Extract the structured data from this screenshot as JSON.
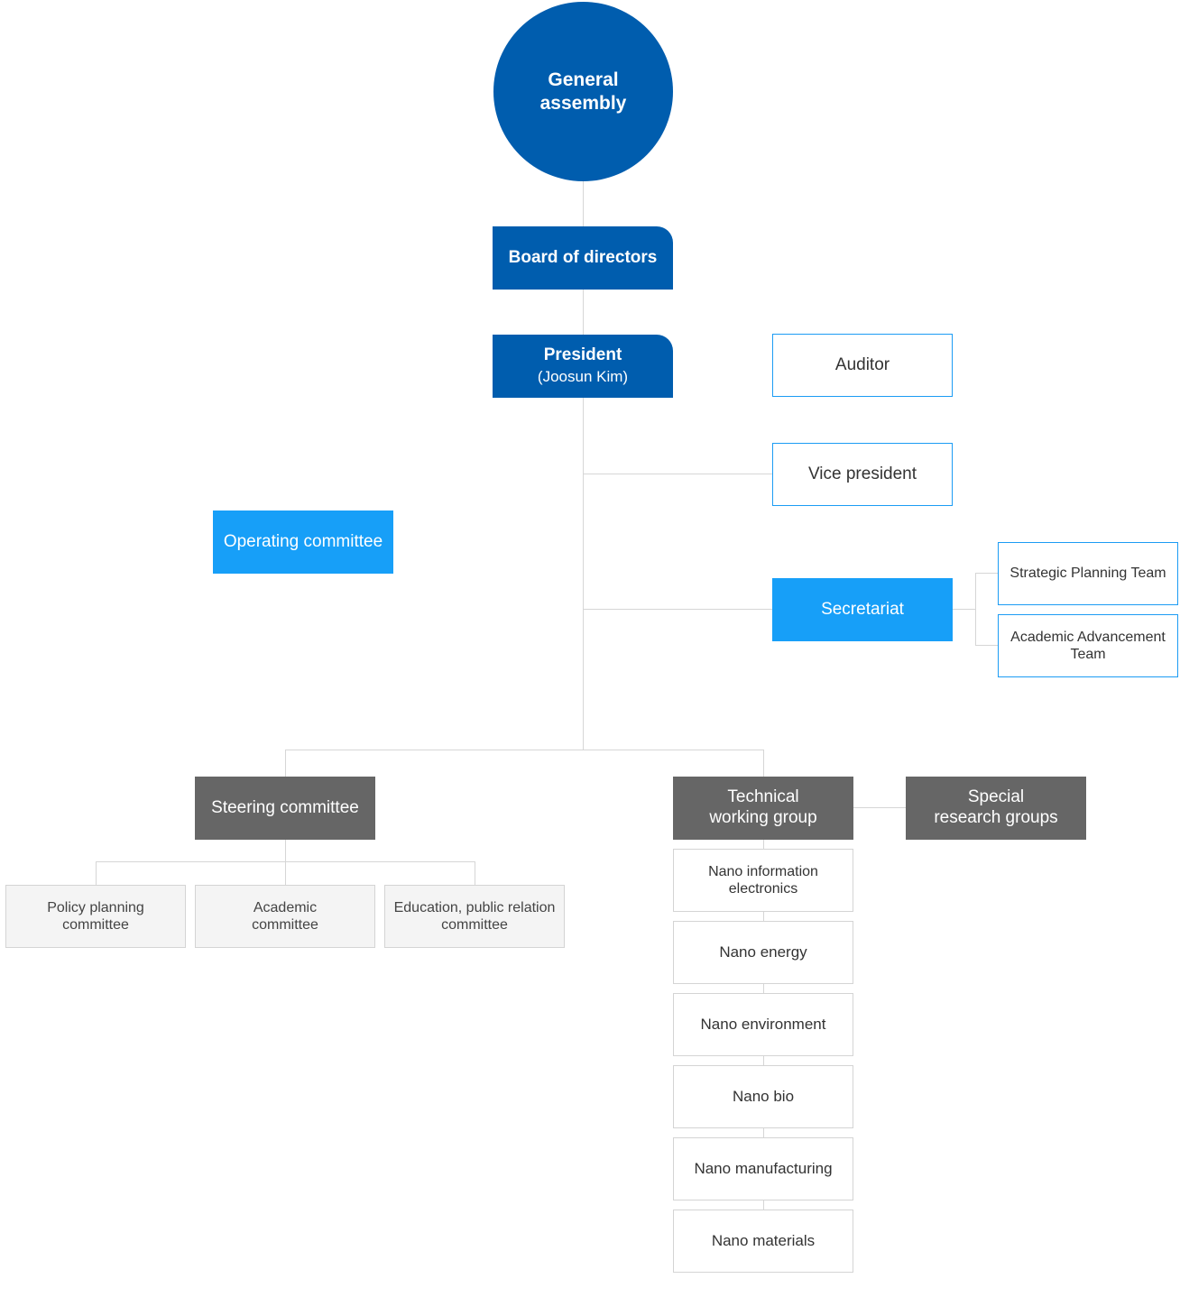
{
  "general_assembly": {
    "label": "General\nassembly"
  },
  "board": {
    "label": "Board of directors"
  },
  "president": {
    "title": "President",
    "name": "(Joosun Kim)"
  },
  "auditor": {
    "label": "Auditor"
  },
  "vice_president": {
    "label": "Vice president"
  },
  "operating_committee": {
    "label": "Operating committee"
  },
  "secretariat": {
    "label": "Secretariat",
    "teams": [
      {
        "label": "Strategic Planning Team"
      },
      {
        "label": "Academic Advancement\nTeam"
      }
    ]
  },
  "steering_committee": {
    "label": "Steering committee",
    "committees": [
      {
        "label": "Policy planning\ncommittee"
      },
      {
        "label": "Academic\ncommittee"
      },
      {
        "label": "Education, public relation\ncommittee"
      }
    ]
  },
  "technical_working_group": {
    "label": "Technical\nworking group",
    "groups": [
      {
        "label": "Nano information\nelectronics"
      },
      {
        "label": "Nano energy"
      },
      {
        "label": "Nano environment"
      },
      {
        "label": "Nano bio"
      },
      {
        "label": "Nano manufacturing"
      },
      {
        "label": "Nano materials"
      }
    ]
  },
  "special_research_groups": {
    "label": "Special\nresearch groups"
  },
  "colors": {
    "primary": "#005dae",
    "accent": "#179ff8",
    "outline": "#1c9cf4",
    "dark": "#666666",
    "light": "#f4f4f4",
    "connector": "#d6d6d6"
  }
}
